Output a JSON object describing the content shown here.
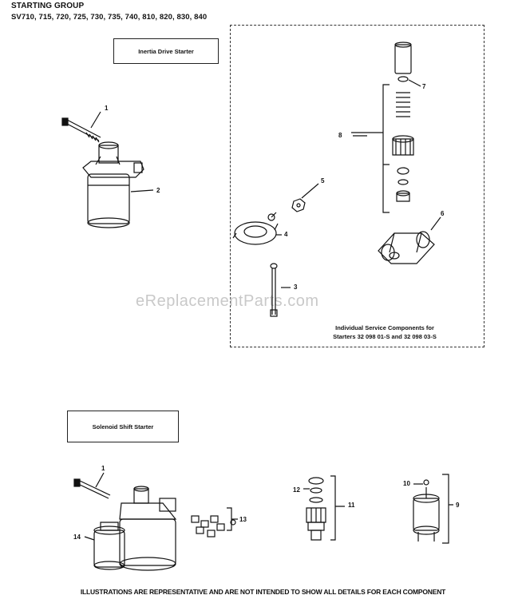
{
  "header": {
    "title": "STARTING GROUP",
    "models": "SV710, 715, 720, 725, 730, 735, 740, 810, 820, 830, 840"
  },
  "labels": {
    "inertia": "Inertia Drive Starter",
    "solenoid": "Solenoid Shift Starter",
    "service": "Individual Service Components for",
    "service2": "Starters 32 098 01-S and 32 098 03-S"
  },
  "watermark": "eReplacementParts.com",
  "footer": "ILLUSTRATIONS ARE REPRESENTATIVE AND ARE NOT INTENDED TO SHOW ALL DETAILS FOR EACH COMPONENT",
  "callouts": {
    "n1a": "1",
    "n2": "2",
    "n3": "3",
    "n4": "4",
    "n5": "5",
    "n6": "6",
    "n7": "7",
    "n8": "8",
    "n1b": "1",
    "n9": "9",
    "n10": "10",
    "n11": "11",
    "n12": "12",
    "n13": "13",
    "n14": "14"
  }
}
